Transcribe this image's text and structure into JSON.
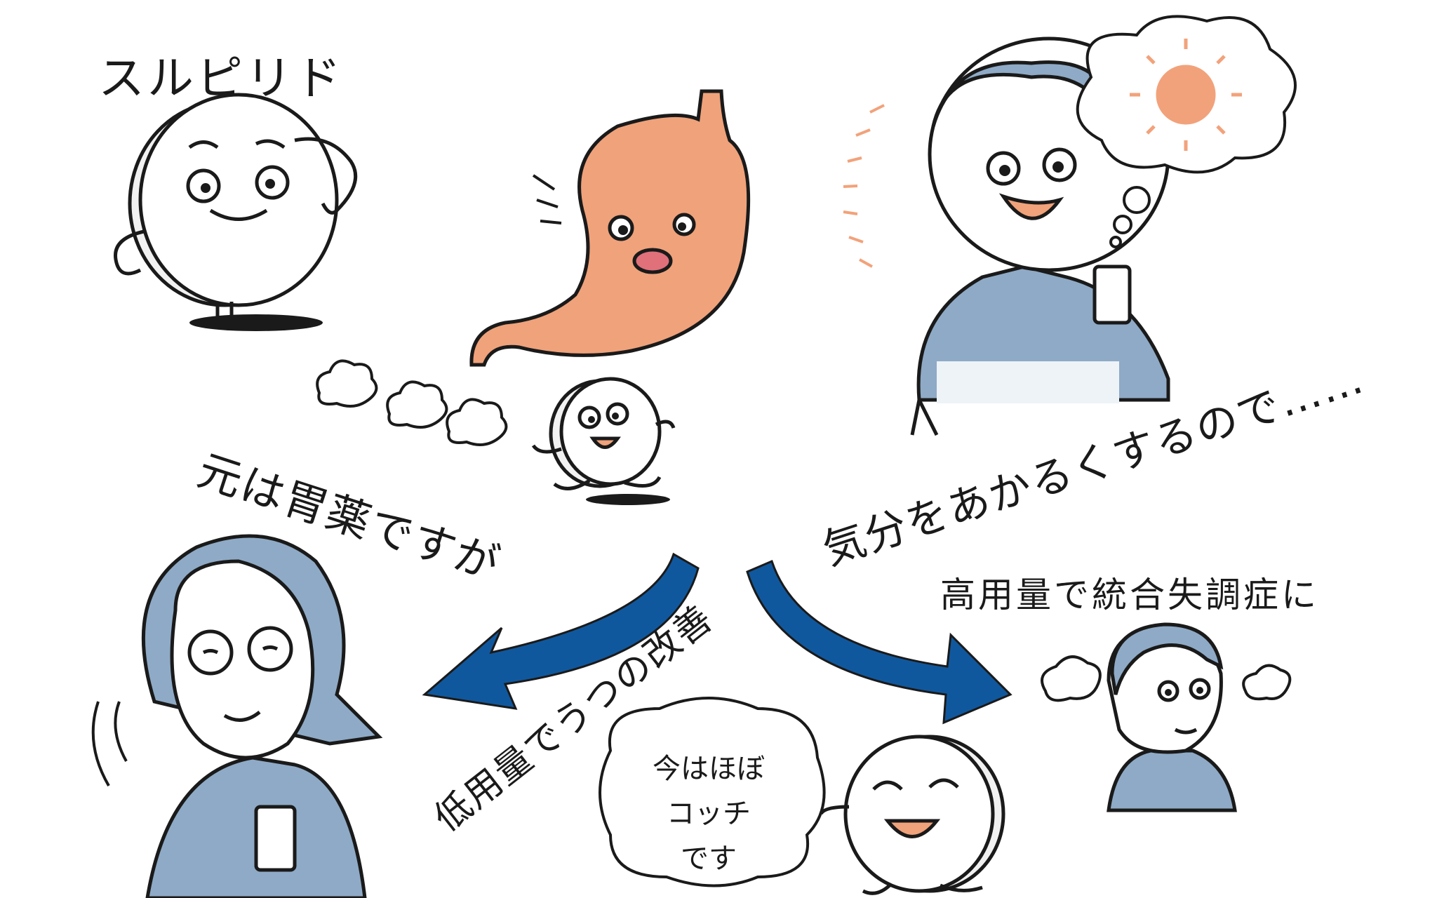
{
  "title": "スルピリド",
  "captions": {
    "stomach_origin": "元は胃薬ですが",
    "mood_lift": "気分をあかるくするので……",
    "high_dose": "高用量で統合失調症に",
    "low_dose": "低用量でうつの改善"
  },
  "speech_bubble": {
    "line1": "今はほぼ",
    "line2": "コッチ",
    "line3": "です"
  },
  "colors": {
    "stomach": "#f0a27a",
    "clothing_blue": "#8eaac6",
    "arrow_blue": "#10589e",
    "sun": "#f2a27b",
    "outline": "#1a1a1a"
  },
  "icons": [
    "pill-character-icon",
    "stomach-character-icon",
    "sun-icon",
    "arrow-left-icon",
    "arrow-right-icon",
    "glass-icon"
  ]
}
